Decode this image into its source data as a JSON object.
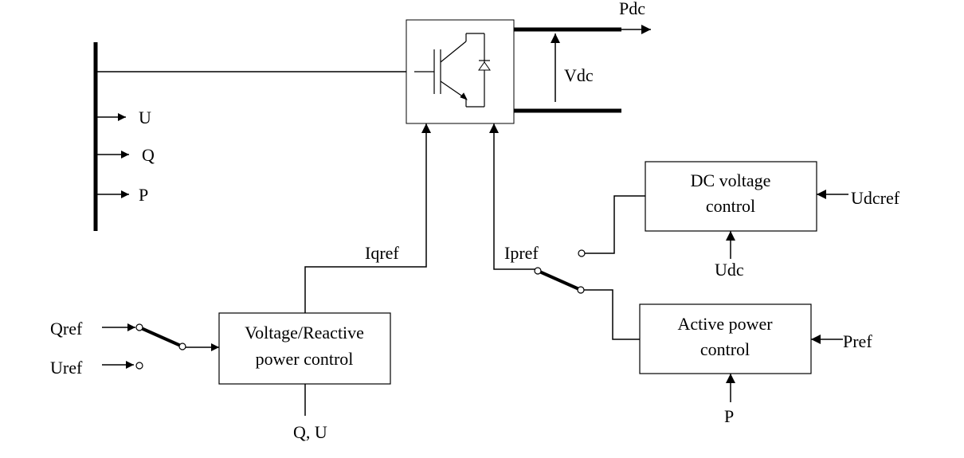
{
  "labels": {
    "pdc": "Pdc",
    "vdc": "Vdc",
    "u": "U",
    "q": "Q",
    "p_bus": "P",
    "iqref": "Iqref",
    "ipref": "Ipref",
    "qref": "Qref",
    "uref": "Uref",
    "q_u": "Q, U",
    "udcref": "Udcref",
    "udc": "Udc",
    "pref": "Pref",
    "p_bottom": "P"
  },
  "blocks": {
    "voltage_reactive": {
      "line1": "Voltage/Reactive",
      "line2": "power control"
    },
    "dc_voltage": {
      "line1": "DC voltage",
      "line2": "control"
    },
    "active_power": {
      "line1": "Active power",
      "line2": "control"
    }
  }
}
